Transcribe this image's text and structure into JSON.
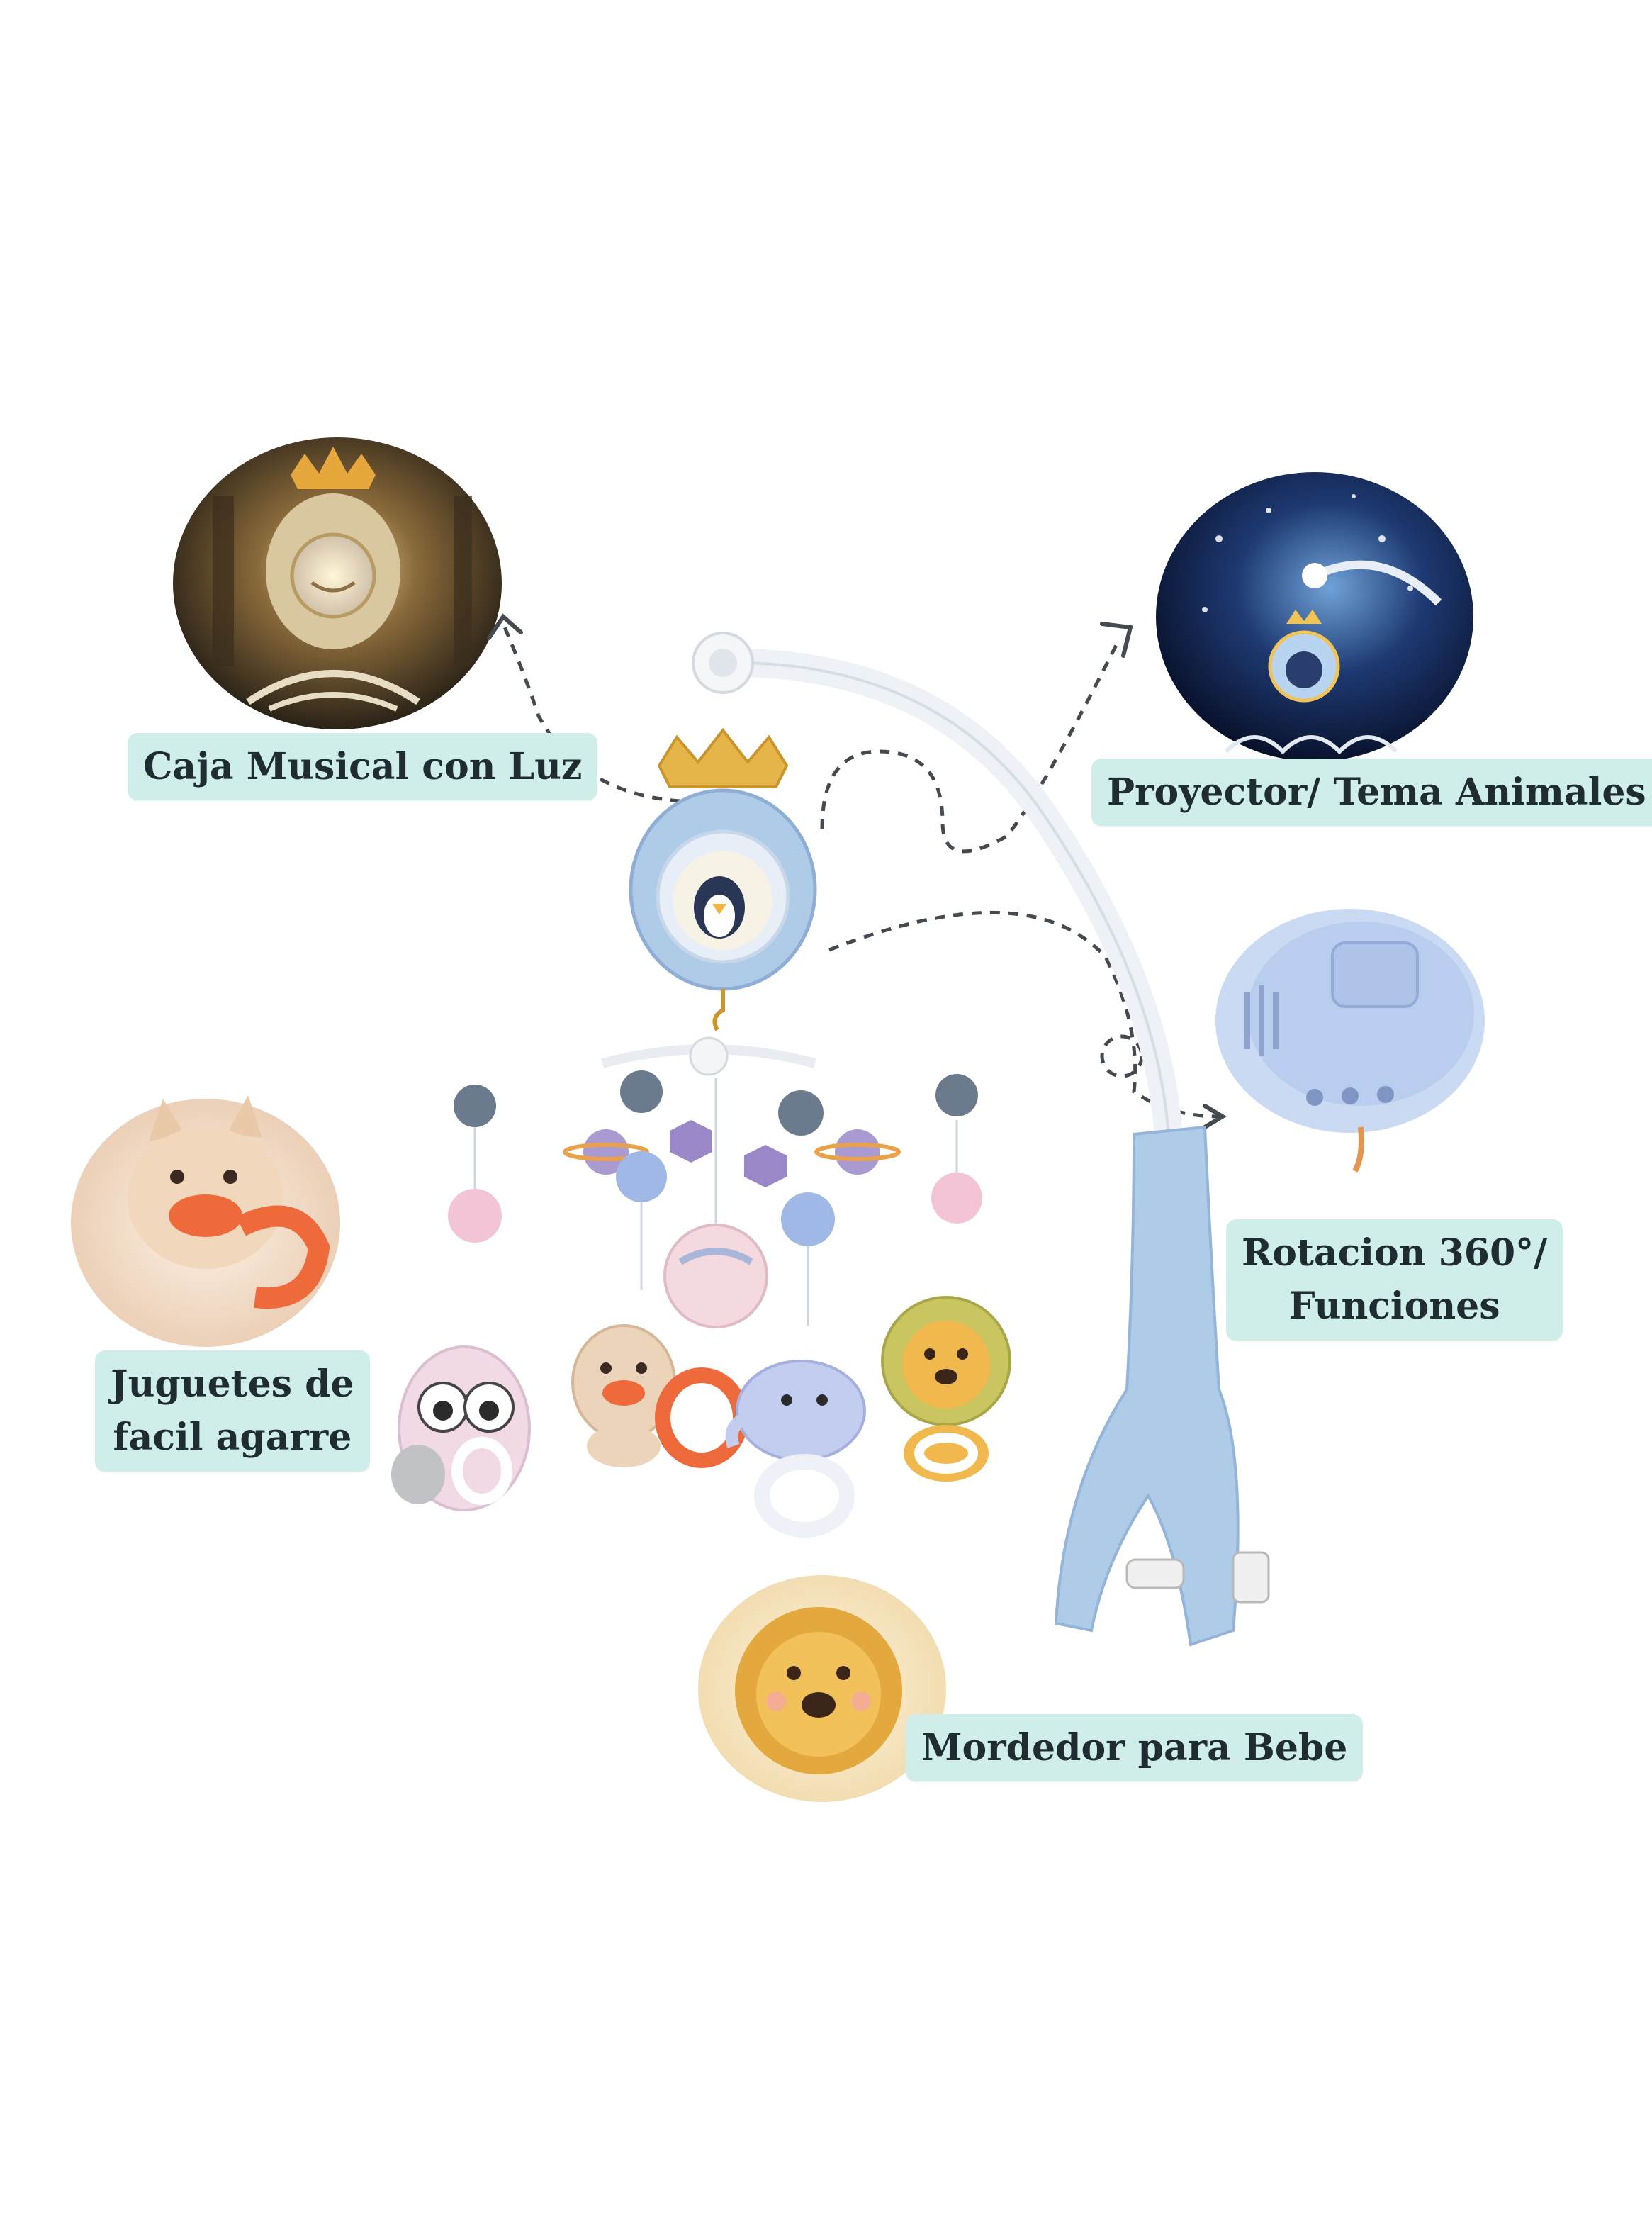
{
  "features": {
    "music_box": {
      "label": "Caja Musical con Luz"
    },
    "projector": {
      "label": "Proyector/ Tema Animales"
    },
    "rotation": {
      "line1": "Rotacion 360°/",
      "line2": "Funciones"
    },
    "easy_grip": {
      "line1": "Juguetes de",
      "line2": "facil agarre"
    },
    "teether": {
      "label": "Mordedor para Bebe"
    }
  },
  "colors": {
    "label_bg": "#cfeeea",
    "mobile_blue": "#aecbe8",
    "crown_gold": "#e6b54a",
    "arm_white": "#f3f5f7"
  },
  "icons": [
    "crown-icon",
    "penguin-icon",
    "owl-icon",
    "fox-icon",
    "elephant-icon",
    "lion-icon",
    "planet-icon"
  ]
}
